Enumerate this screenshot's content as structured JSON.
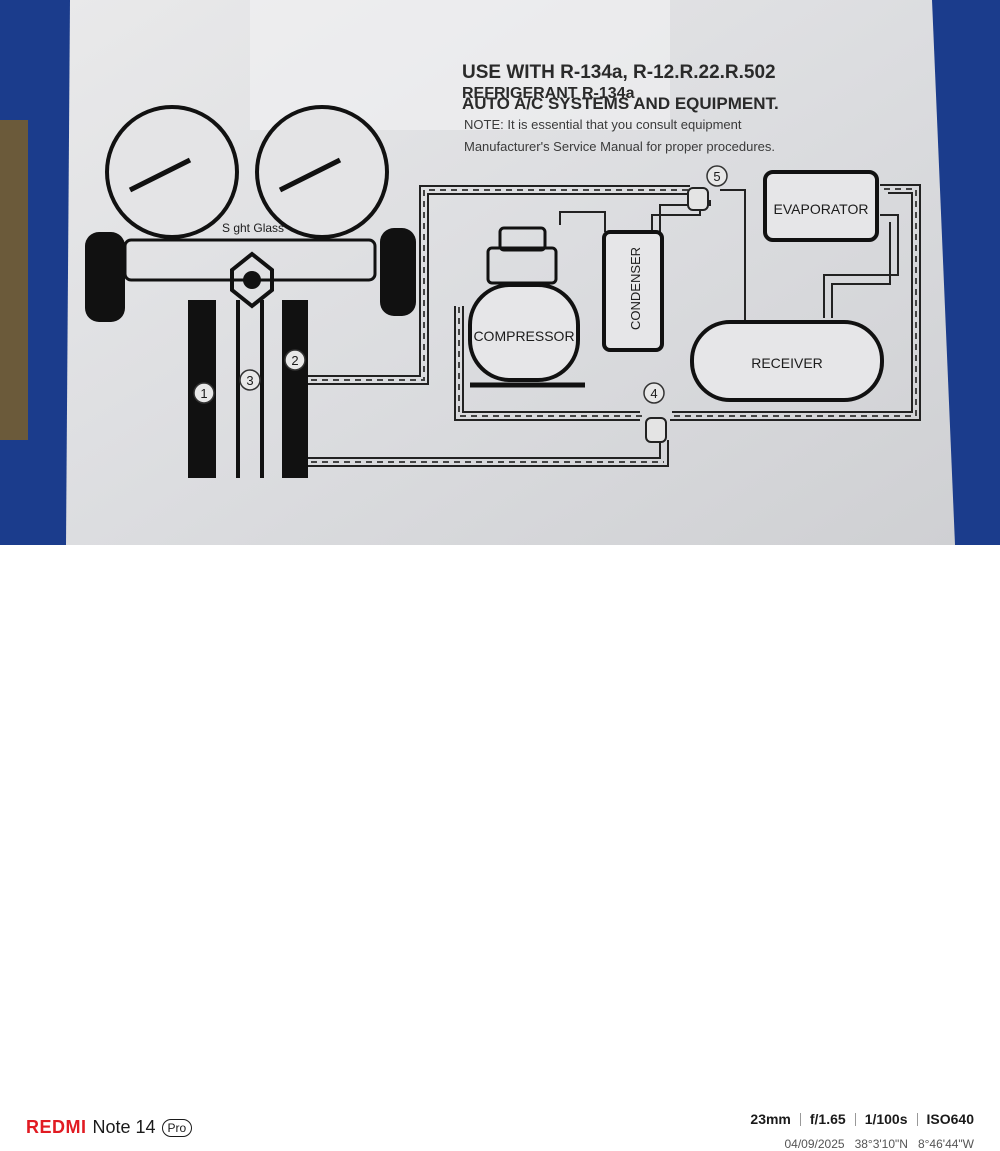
{
  "box": {
    "heading1": "USE WITH  R-134a, R-12.R.22.R.502",
    "heading2": "REFRIGERANT  R-134a",
    "heading3": "AUTO A/C SYSTEMS AND EQUIPMENT.",
    "note1": "NOTE: It is essential that you consult equipment",
    "note2": "Manufacturer's Service Manual for proper procedures."
  },
  "diagram": {
    "sight_glass": "S ght Glass",
    "compressor": "COMPRESSOR",
    "condenser": "CONDENSER",
    "evaporator": "EVAPORATOR",
    "receiver": "RECEIVER",
    "markers": [
      "1",
      "2",
      "3",
      "4",
      "5"
    ]
  },
  "footer": {
    "brand": "REDMI",
    "model": "Note 14",
    "badge": "Pro",
    "focal": "23mm",
    "aperture": "f/1.65",
    "shutter": "1/100s",
    "iso": "ISO640",
    "date": "04/09/2025",
    "lat": "38°3'10\"N",
    "lon": "8°46'44\"W"
  },
  "colors": {
    "box_blue": "#1b3c8c",
    "brand_red": "#e11b22"
  }
}
